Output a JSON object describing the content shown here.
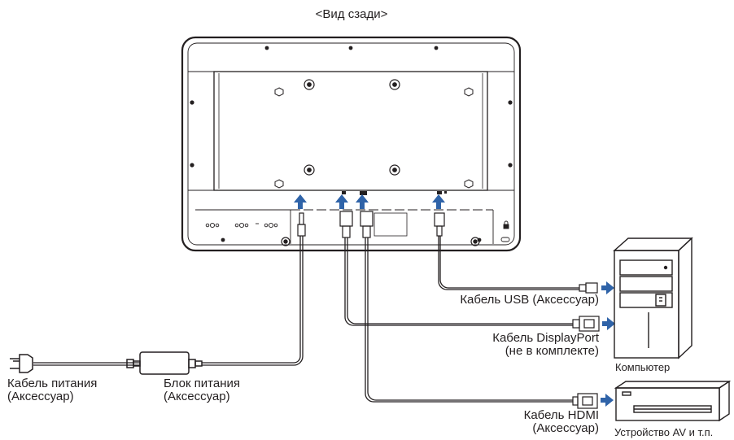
{
  "title": "<Вид сзади>",
  "labels": {
    "usb_cable": "Кабель USB (Аксессуар)",
    "displayport_cable_line1": "Кабель DisplayPort",
    "displayport_cable_line2": "(не в комплекте)",
    "hdmi_cable_line1": "Кабель HDMI",
    "hdmi_cable_line2": "(Аксессуар)",
    "power_cable_line1": "Кабель питания",
    "power_cable_line2": "(Аксессуар)",
    "power_adapter_line1": "Блок питания",
    "power_adapter_line2": "(Аксессуар)",
    "computer": "Компьютер",
    "av_device": "Устройство AV и т.п."
  },
  "colors": {
    "line": "#231f20",
    "arrow": "#2f63a8"
  }
}
